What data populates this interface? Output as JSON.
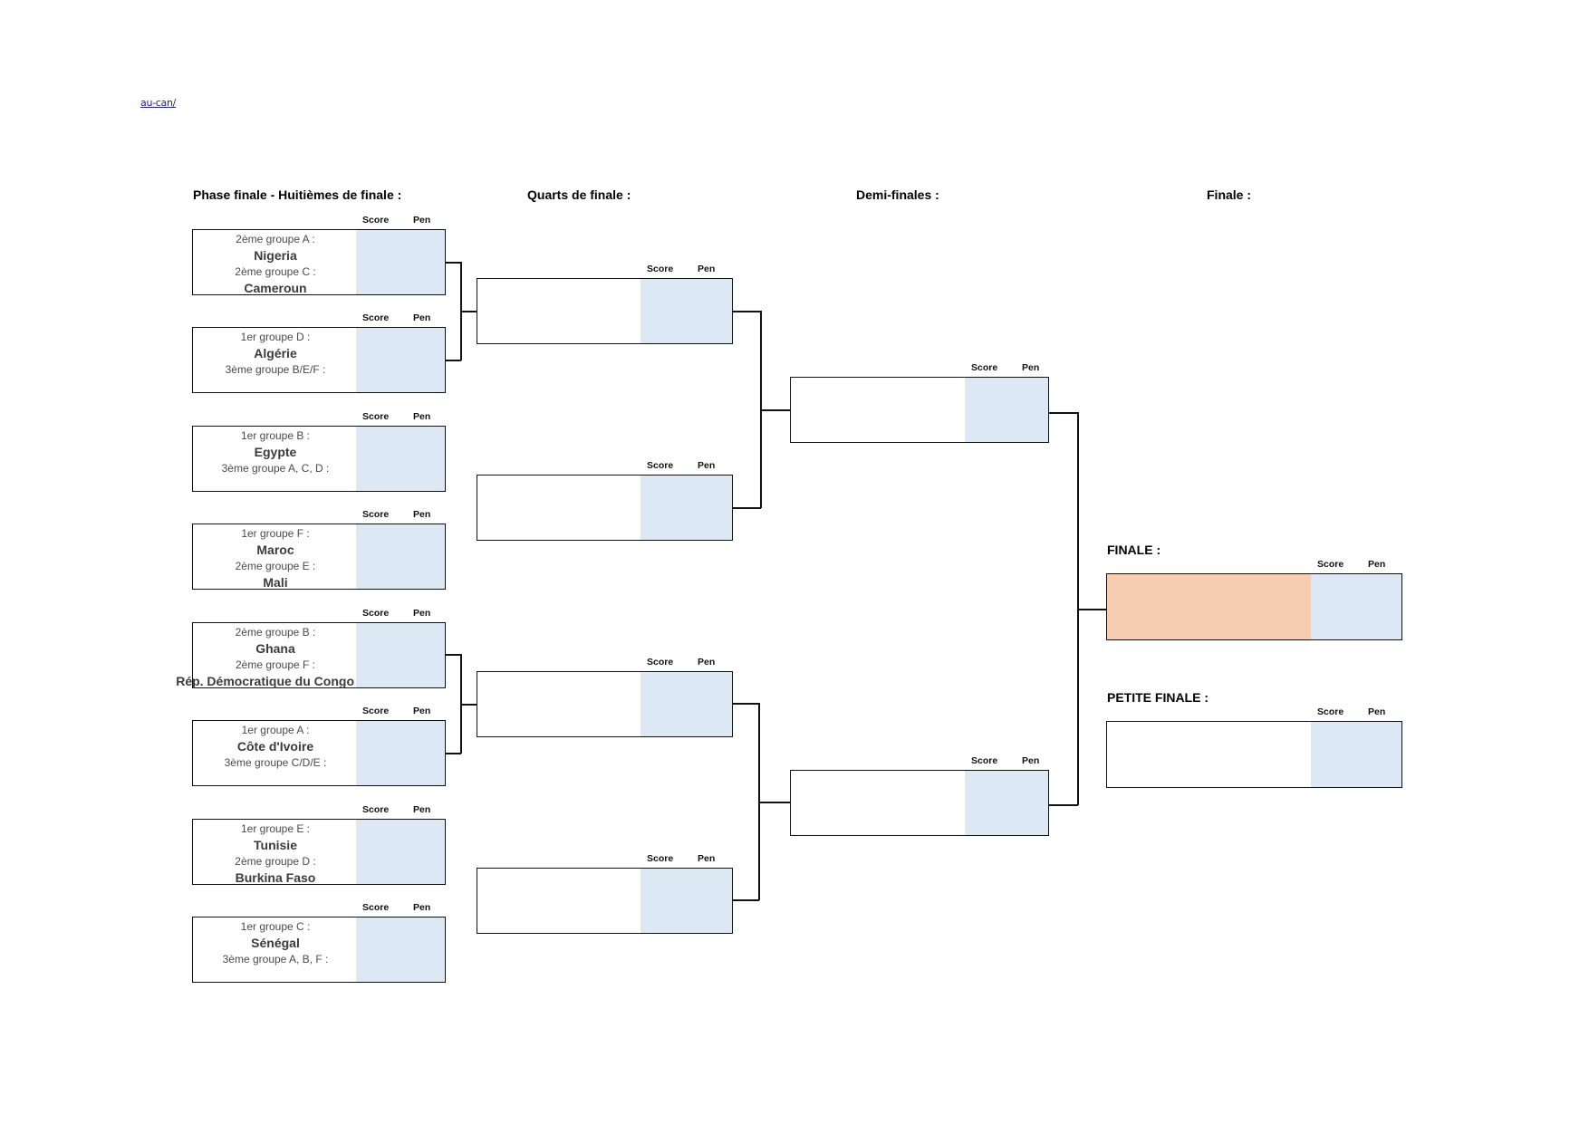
{
  "link_text": "au-can/",
  "headers": {
    "round_of_16": "Phase finale - Huitièmes de finale :",
    "quarter_finals": "Quarts de finale :",
    "semi_finals": "Demi-finales :",
    "final": "Finale :"
  },
  "labels": {
    "score": "Score",
    "pen": "Pen"
  },
  "round_of_16": [
    {
      "slot1": "2ème groupe A :",
      "team1": "Nigeria",
      "slot2": "2ème groupe C :",
      "team2": "Cameroun"
    },
    {
      "slot1": "1er groupe D :",
      "team1": "Algérie",
      "slot2": "3ème groupe B/E/F :",
      "team2": ""
    },
    {
      "slot1": "1er groupe B :",
      "team1": "Egypte",
      "slot2": "3ème groupe A, C, D :",
      "team2": ""
    },
    {
      "slot1": "1er groupe F :",
      "team1": "Maroc",
      "slot2": "2ème groupe E :",
      "team2": "Mali"
    },
    {
      "slot1": "2ème groupe B :",
      "team1": "Ghana",
      "slot2": "2ème groupe F :",
      "team2": "Rép. Démocratique du Congo"
    },
    {
      "slot1": "1er groupe A :",
      "team1": "Côte d'Ivoire",
      "slot2": "3ème groupe C/D/E :",
      "team2": ""
    },
    {
      "slot1": "1er groupe E :",
      "team1": "Tunisie",
      "slot2": "2ème groupe D :",
      "team2": "Burkina Faso"
    },
    {
      "slot1": "1er groupe C :",
      "team1": "Sénégal",
      "slot2": "3ème groupe A, B, F :",
      "team2": ""
    }
  ],
  "finale_section": {
    "final_title": "FINALE :",
    "third_place_title": "PETITE FINALE :"
  },
  "colors": {
    "score_fill": "#dde8f5",
    "final_fill": "#f6cdb0",
    "border": "#111111",
    "link": "#1f1f8f"
  }
}
